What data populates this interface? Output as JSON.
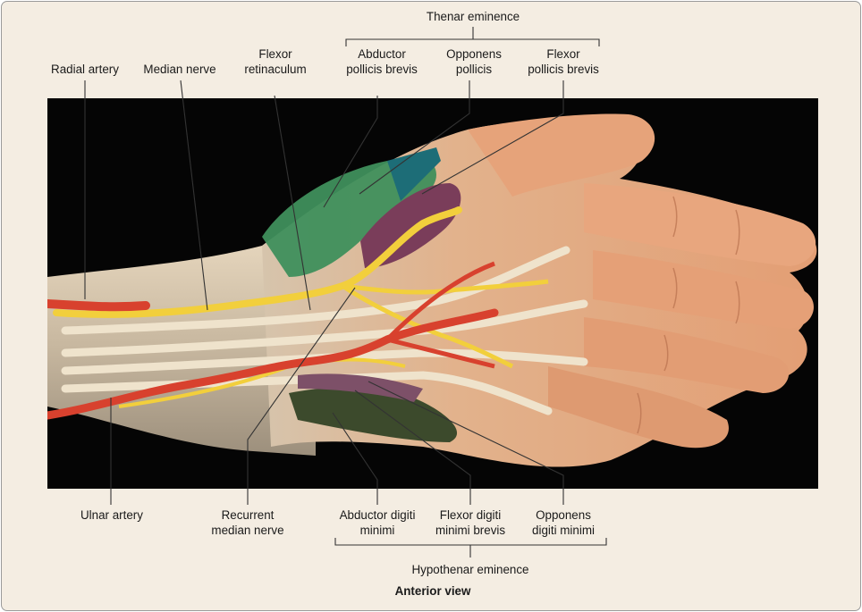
{
  "groups": {
    "thenar": "Thenar eminence",
    "hypothenar": "Hypothenar eminence"
  },
  "labels": {
    "radial_artery": "Radial artery",
    "median_nerve": "Median nerve",
    "flexor_retinaculum": [
      "Flexor",
      "retinaculum"
    ],
    "abductor_pollicis_brevis": [
      "Abductor",
      "pollicis brevis"
    ],
    "opponens_pollicis": [
      "Opponens",
      "pollicis"
    ],
    "flexor_pollicis_brevis": [
      "Flexor",
      "pollicis brevis"
    ],
    "ulnar_artery": "Ulnar artery",
    "recurrent_median_nerve": [
      "Recurrent",
      "median nerve"
    ],
    "abductor_digiti_minimi": [
      "Abductor digiti",
      "minimi"
    ],
    "flexor_digiti_minimi_brevis": [
      "Flexor digiti",
      "minimi brevis"
    ],
    "opponens_digiti_minimi": [
      "Opponens",
      "digiti minimi"
    ]
  },
  "caption": "Anterior view",
  "colors": {
    "background": "#f4ede2",
    "photo_background": "#050505",
    "skin": "#e3a27a",
    "artery": "#d8412e",
    "nerve": "#f2cf3c",
    "thenar_green": "#3f8f5c",
    "purple_muscle": "#7a3d5a",
    "hypothenar_green": "#3c4a2c",
    "leader_line": "#333333"
  }
}
